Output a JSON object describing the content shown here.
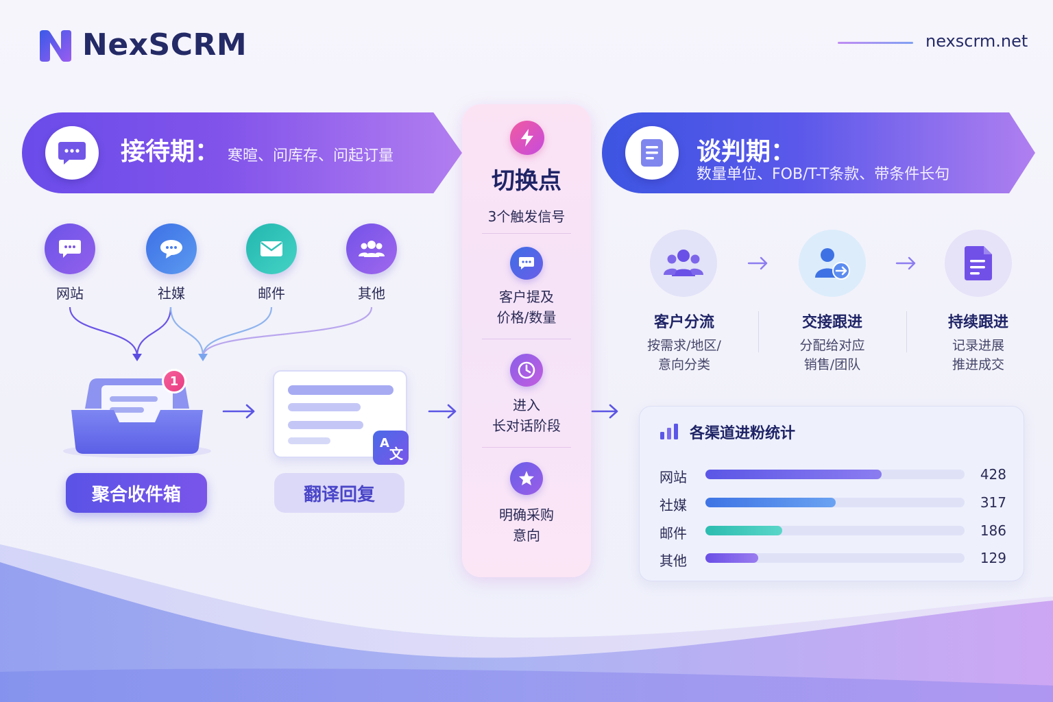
{
  "brand": {
    "name": "NexSCRM",
    "url": "nexscrm.net"
  },
  "banner_left": {
    "title": "接待期：",
    "subtitle": "寒暄、问库存、问起订量",
    "icon": "chat-bubble-icon"
  },
  "banner_right": {
    "title": "谈判期：",
    "subtitle": "数量单位、FOB/T-T条款、带条件长句",
    "icon": "document-icon"
  },
  "channels": [
    {
      "label": "网站",
      "icon": "chat-icon",
      "color": "#7b55e8"
    },
    {
      "label": "社媒",
      "icon": "chat-dots-icon",
      "color": "#4a7ee8"
    },
    {
      "label": "邮件",
      "icon": "mail-icon",
      "color": "#2ec2b8"
    },
    {
      "label": "其他",
      "icon": "users-icon",
      "color": "#8a5ee8"
    }
  ],
  "inbox": {
    "label": "聚合收件箱",
    "badge": "1"
  },
  "translate": {
    "label": "翻译回复",
    "icon_text_a": "A",
    "icon_text_b": "文"
  },
  "switch_point": {
    "title": "切换点",
    "subtitle": "3个触发信号",
    "signals": [
      {
        "label_l1": "客户提及",
        "label_l2": "价格/数量",
        "icon": "chat-icon"
      },
      {
        "label_l1": "进入",
        "label_l2": "长对话阶段",
        "icon": "clock-icon"
      },
      {
        "label_l1": "明确采购",
        "label_l2": "意向",
        "icon": "star-icon"
      }
    ]
  },
  "flow": [
    {
      "title": "客户分流",
      "desc_l1": "按需求/地区/",
      "desc_l2": "意向分类",
      "icon": "users-icon"
    },
    {
      "title": "交接跟进",
      "desc_l1": "分配给对应",
      "desc_l2": "销售/团队",
      "icon": "user-transfer-icon"
    },
    {
      "title": "持续跟进",
      "desc_l1": "记录进展",
      "desc_l2": "推进成交",
      "icon": "document-icon"
    }
  ],
  "stats": {
    "title": "各渠道进粉统计",
    "max": 630,
    "rows": [
      {
        "label": "网站",
        "value": 428,
        "color_from": "#5b56e6",
        "color_to": "#8b7cf0"
      },
      {
        "label": "社媒",
        "value": 317,
        "color_from": "#3e74e4",
        "color_to": "#6aa2f2"
      },
      {
        "label": "邮件",
        "value": 186,
        "color_from": "#2cbcb0",
        "color_to": "#5ad6c8"
      },
      {
        "label": "其他",
        "value": 129,
        "color_from": "#6a4fe6",
        "color_to": "#9a7cf0"
      }
    ]
  }
}
